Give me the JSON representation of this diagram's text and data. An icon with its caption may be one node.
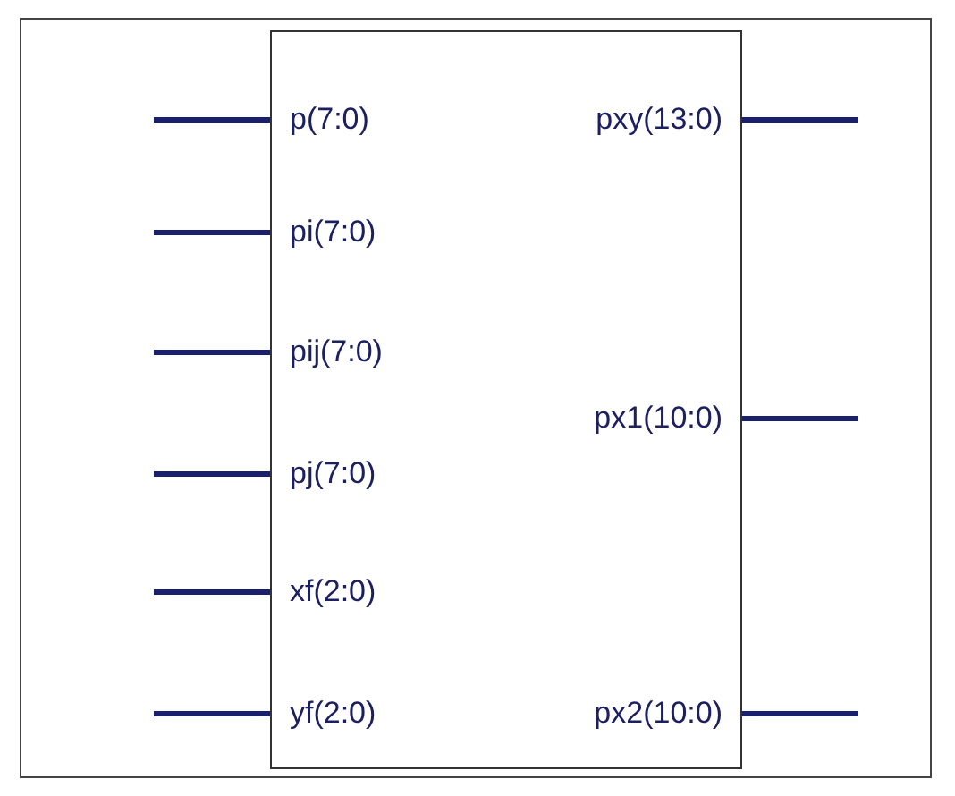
{
  "diagram": {
    "nodes": [
      {
        "text": [],
        "shape": "box"
      },
      {
        "text": [
          "p(7:0)"
        ],
        "in": 0
      },
      {
        "text": [
          "pi(7:0)"
        ],
        "in": 0
      },
      {
        "text": [
          "pij(7:0)"
        ],
        "in": 0
      },
      {
        "text": [
          "pj(7:0)"
        ],
        "in": 0
      },
      {
        "text": [
          "xf(2:0)"
        ],
        "in": 0
      },
      {
        "text": [
          "yf(2:0)"
        ],
        "in": 0
      },
      {
        "text": [
          "pxy(13:0)"
        ],
        "in": 0
      },
      {
        "text": [
          "px1(10:0)"
        ],
        "in": 0
      },
      {
        "text": [
          "px2(10:0)"
        ],
        "in": 0
      }
    ],
    "edges": [
      {
        "from": null,
        "to": 1,
        "arrow": "none"
      },
      {
        "from": null,
        "to": 2,
        "arrow": "none"
      },
      {
        "from": null,
        "to": 3,
        "arrow": "none"
      },
      {
        "from": null,
        "to": 4,
        "arrow": "none"
      },
      {
        "from": null,
        "to": 5,
        "arrow": "none"
      },
      {
        "from": null,
        "to": 6,
        "arrow": "none"
      },
      {
        "from": 7,
        "to": null,
        "arrow": "none"
      },
      {
        "from": 8,
        "to": null,
        "arrow": "none"
      },
      {
        "from": 9,
        "to": null,
        "arrow": "none"
      }
    ]
  }
}
